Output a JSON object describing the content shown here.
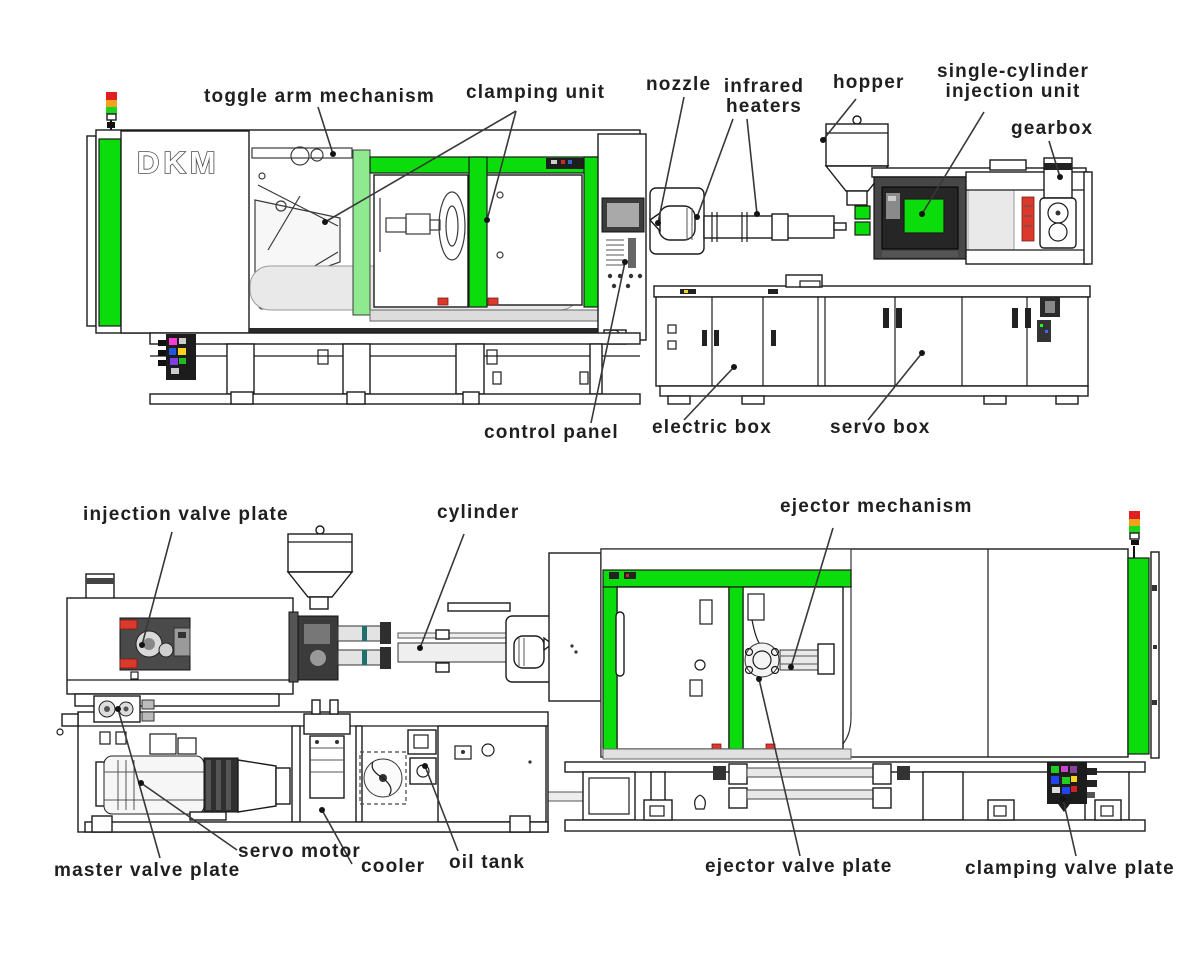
{
  "brand": {
    "logo": "DKM"
  },
  "colors": {
    "machine_green": "#0BDC0B",
    "machine_green_light": "#8FE98F",
    "accent_red": "#DC382C",
    "signal_red": "#E02020",
    "signal_amber": "#F0A21C",
    "signal_green": "#1FD41F",
    "line_dark": "#1B1B1B",
    "label_text": "#1F1F1F"
  },
  "top_view": {
    "labels": {
      "toggle_arm_mechanism": "toggle arm mechanism",
      "clamping_unit": "clamping unit",
      "nozzle": "nozzle",
      "infrared_heaters_line1": "infrared",
      "infrared_heaters_line2": "heaters",
      "hopper": "hopper",
      "injection_unit_line1": "single-cylinder",
      "injection_unit_line2": "injection unit",
      "gearbox": "gearbox",
      "control_panel": "control panel",
      "electric_box": "electric box",
      "servo_box": "servo box"
    }
  },
  "bottom_view": {
    "labels": {
      "injection_valve_plate": "injection valve plate",
      "cylinder": "cylinder",
      "ejector_mechanism": "ejector mechanism",
      "master_valve_plate": "master valve plate",
      "servo_motor": "servo motor",
      "cooler": "cooler",
      "oil_tank": "oil tank",
      "ejector_valve_plate": "ejector valve plate",
      "clamping_valve_plate": "clamping valve plate"
    }
  }
}
